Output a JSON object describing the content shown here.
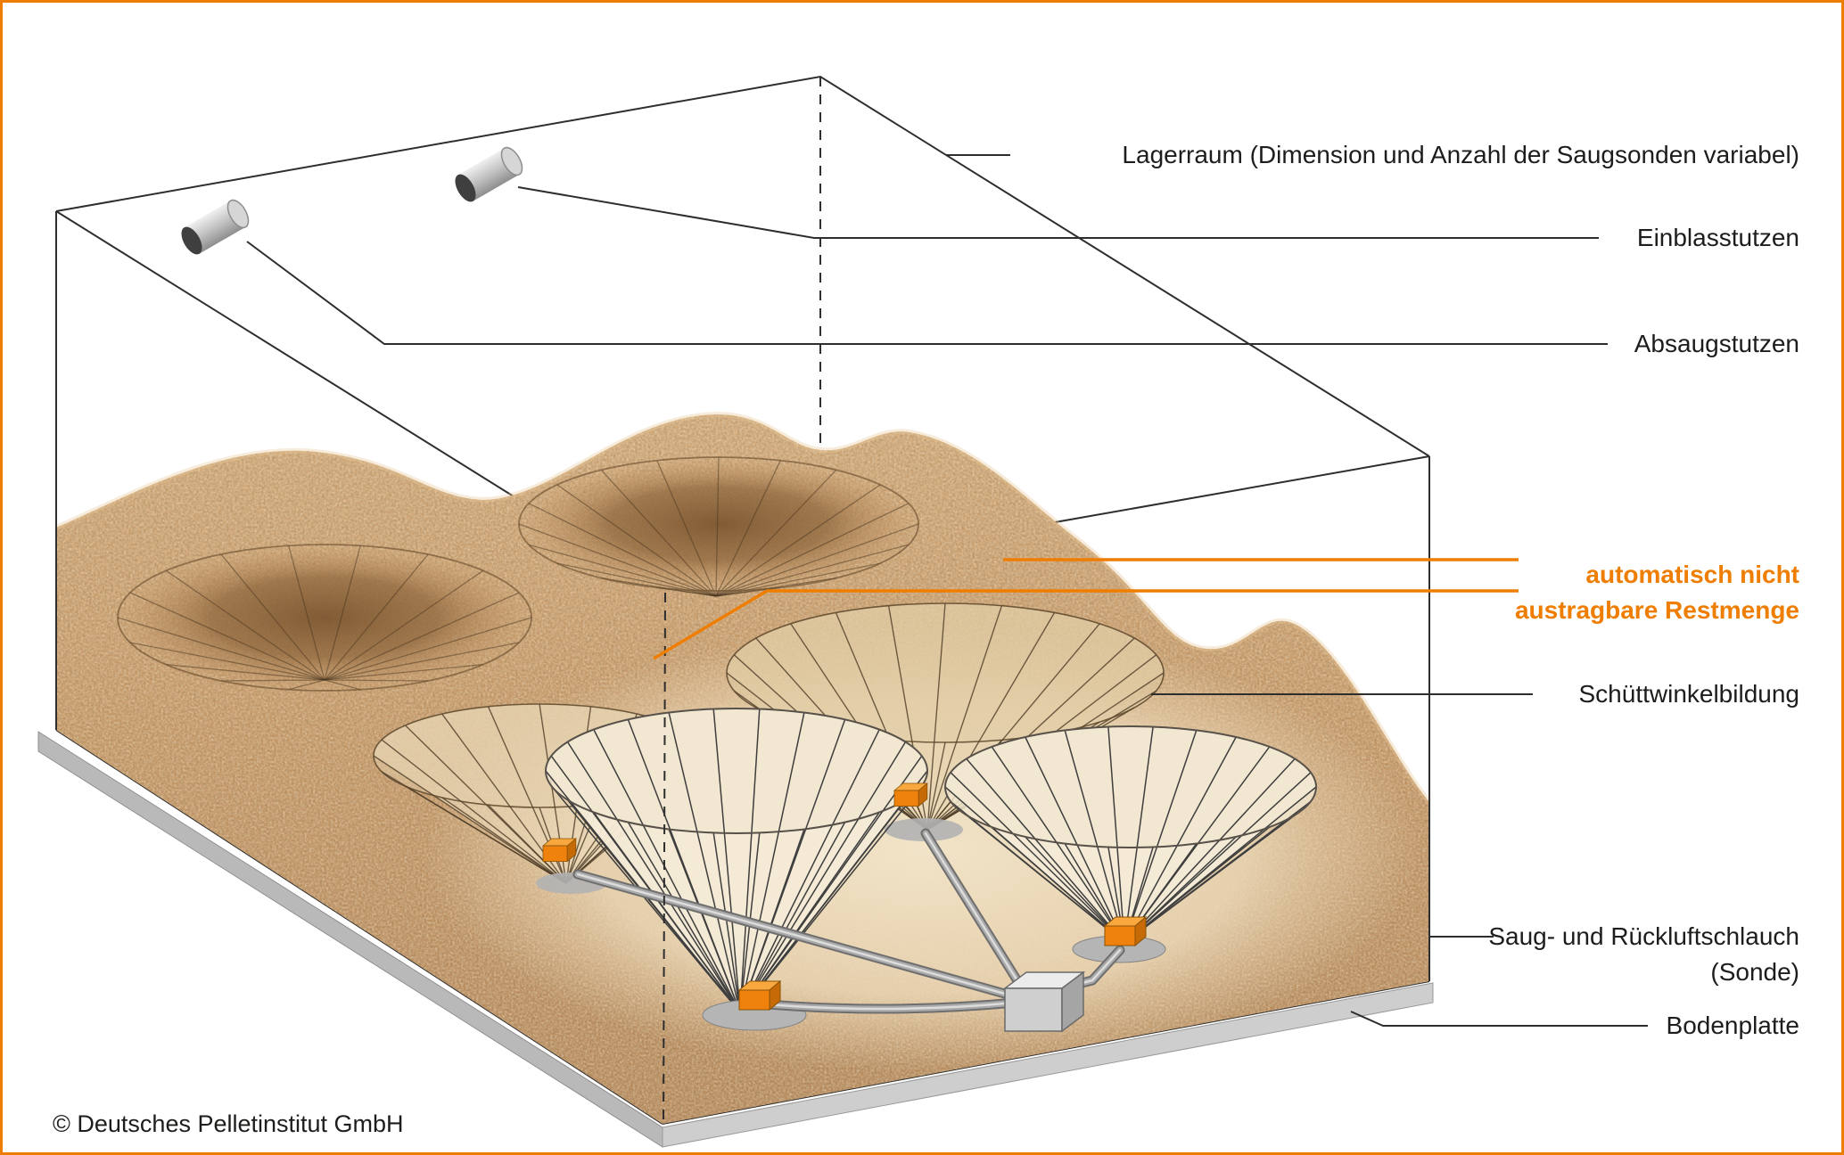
{
  "frame": {
    "border_color": "#ee7d00",
    "background": "#ffffff"
  },
  "diagram": {
    "accent_color": "#ee7d00",
    "pellet_color": "#c89a69",
    "plate_color": "#c4c4c4",
    "labels": {
      "lagerraum": "Lagerraum (Dimension und Anzahl der Saugsonden variabel)",
      "einblasstutzen": "Einblasstutzen",
      "absaugstutzen": "Absaugstutzen",
      "restmenge": {
        "line1": "automatisch nicht",
        "line2": "austragbare Restmenge"
      },
      "schuettwinkel": "Schüttwinkelbildung",
      "sonde": {
        "line1": "Saug- und Rückluftschlauch",
        "line2": "(Sonde)"
      },
      "bodenplatte": "Bodenplatte"
    }
  },
  "footer": {
    "copyright": "© Deutsches Pelletinstitut GmbH"
  }
}
